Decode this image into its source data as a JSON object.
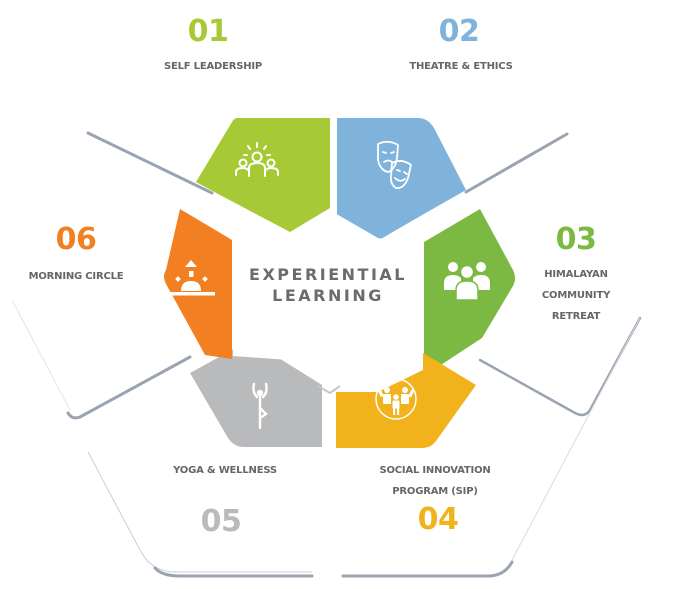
{
  "center": {
    "line1": "EXPERIENTIAL",
    "line2": "LEARNING"
  },
  "segments": [
    {
      "number": "01",
      "label": "SELF LEADERSHIP",
      "color": "#a7c936",
      "icon": "community-people-sun-icon"
    },
    {
      "number": "02",
      "label": "THEATRE & ETHICS",
      "color": "#7fb3db",
      "icon": "theatre-masks-icon"
    },
    {
      "number": "03",
      "label_lines": [
        "HIMALAYAN",
        "COMMUNITY",
        "RETREAT"
      ],
      "color": "#7cb943",
      "icon": "group-people-icon"
    },
    {
      "number": "04",
      "label_lines": [
        "SOCIAL INNOVATION",
        "PROGRAM (SIP)"
      ],
      "color": "#f2b21c",
      "icon": "family-circle-icon"
    },
    {
      "number": "05",
      "label": "YOGA & WELLNESS",
      "color": "#b9babc",
      "icon": "yoga-pose-icon"
    },
    {
      "number": "06",
      "label": "MORNING CIRCLE",
      "color": "#f28022",
      "icon": "sunrise-icon"
    }
  ],
  "colors": {
    "text_gray": "#666666",
    "card_shadow": "#9aa3b1"
  }
}
